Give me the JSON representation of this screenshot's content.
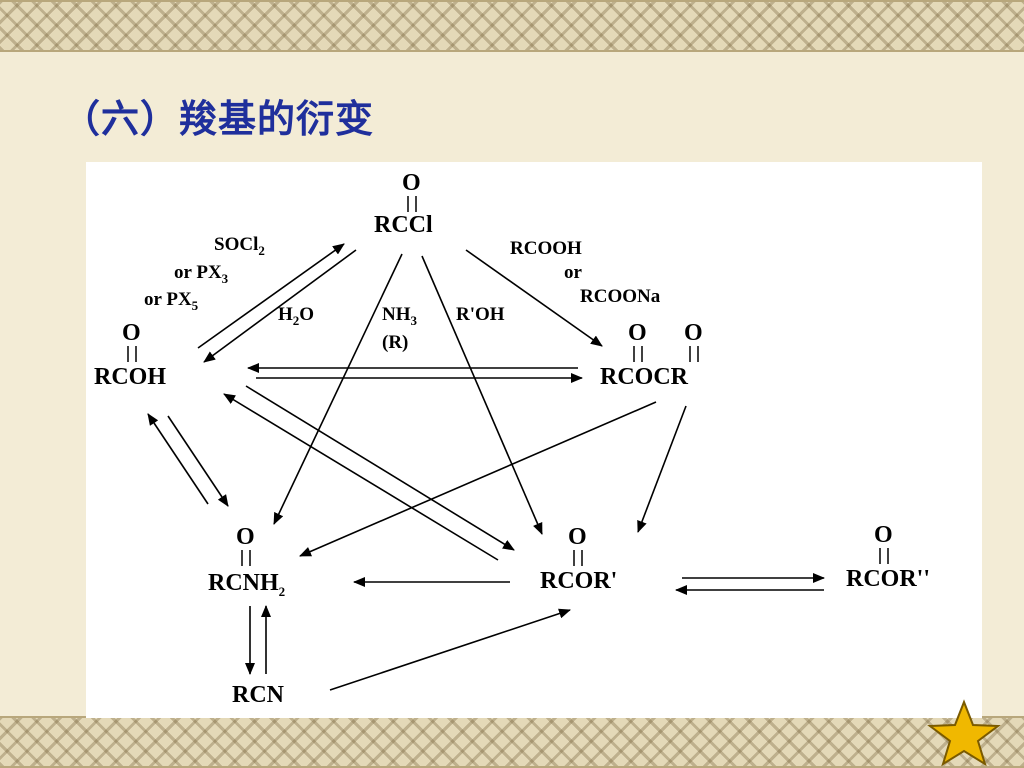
{
  "title": "（六）羧基的衍变",
  "compounds": {
    "acyl_chloride": {
      "o": "O",
      "main": "RCCl"
    },
    "carboxylic_acid": {
      "o": "O",
      "main": "RCOH"
    },
    "anhydride": {
      "o1": "O",
      "o2": "O",
      "main": "RCOCR"
    },
    "amide": {
      "o": "O",
      "main": "RCNH",
      "sub": "2"
    },
    "ester": {
      "o": "O",
      "main": "RCOR'"
    },
    "ester2": {
      "o": "O",
      "main": "RCOR''"
    },
    "nitrile": {
      "main": "RCN"
    }
  },
  "reagents": {
    "socl2": {
      "main": "SOCl",
      "sub": "2"
    },
    "px3": {
      "main": "or PX",
      "sub": "3"
    },
    "px5": {
      "main": "or PX",
      "sub": "5"
    },
    "water": {
      "pre": "H",
      "sub": "2",
      "post": "O"
    },
    "ammonia": {
      "main": "NH",
      "sub": "3"
    },
    "ammonia_r": "(R)",
    "alcohol": "R'OH",
    "rcooh": "RCOOH",
    "or": "or",
    "rcoona": "RCOONa"
  }
}
